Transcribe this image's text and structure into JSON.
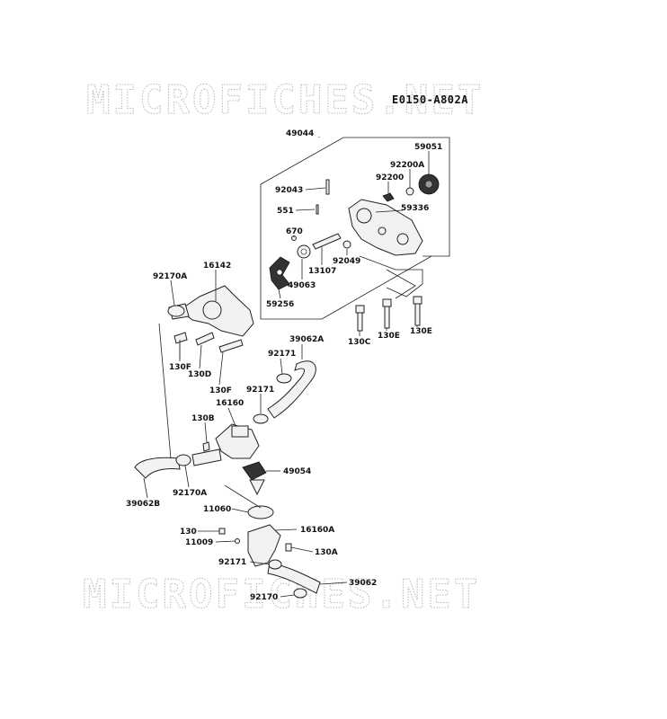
{
  "diagram_code": "E0150-A802A",
  "watermark": {
    "top": "MICROFICHES.NET",
    "bottom": "MICROFICHES.NET"
  },
  "parts": [
    {
      "id": "p49044",
      "label": "49044"
    },
    {
      "id": "p59051",
      "label": "59051"
    },
    {
      "id": "p92200A",
      "label": "92200A"
    },
    {
      "id": "p92200",
      "label": "92200"
    },
    {
      "id": "p92043",
      "label": "92043"
    },
    {
      "id": "p59336",
      "label": "59336"
    },
    {
      "id": "p551",
      "label": "551"
    },
    {
      "id": "p670",
      "label": "670"
    },
    {
      "id": "p92049",
      "label": "92049"
    },
    {
      "id": "p13107",
      "label": "13107"
    },
    {
      "id": "p16142",
      "label": "16142"
    },
    {
      "id": "p92170A_top",
      "label": "92170A"
    },
    {
      "id": "p49063",
      "label": "49063"
    },
    {
      "id": "p59256",
      "label": "59256"
    },
    {
      "id": "p130C",
      "label": "130C"
    },
    {
      "id": "p130E_a",
      "label": "130E"
    },
    {
      "id": "p130E_b",
      "label": "130E"
    },
    {
      "id": "p39062A",
      "label": "39062A"
    },
    {
      "id": "p92171_a",
      "label": "92171"
    },
    {
      "id": "p130F_a",
      "label": "130F"
    },
    {
      "id": "p130D",
      "label": "130D"
    },
    {
      "id": "p130F_b",
      "label": "130F"
    },
    {
      "id": "p92171_b",
      "label": "92171"
    },
    {
      "id": "p16160",
      "label": "16160"
    },
    {
      "id": "p130B",
      "label": "130B"
    },
    {
      "id": "p49054",
      "label": "49054"
    },
    {
      "id": "p39062B",
      "label": "39062B"
    },
    {
      "id": "p92170A_bot",
      "label": "92170A"
    },
    {
      "id": "p11060",
      "label": "11060"
    },
    {
      "id": "p16160A",
      "label": "16160A"
    },
    {
      "id": "p130",
      "label": "130"
    },
    {
      "id": "p11009",
      "label": "11009"
    },
    {
      "id": "p130A",
      "label": "130A"
    },
    {
      "id": "p92171_c",
      "label": "92171"
    },
    {
      "id": "p39062",
      "label": "39062"
    },
    {
      "id": "p92170",
      "label": "92170"
    }
  ]
}
